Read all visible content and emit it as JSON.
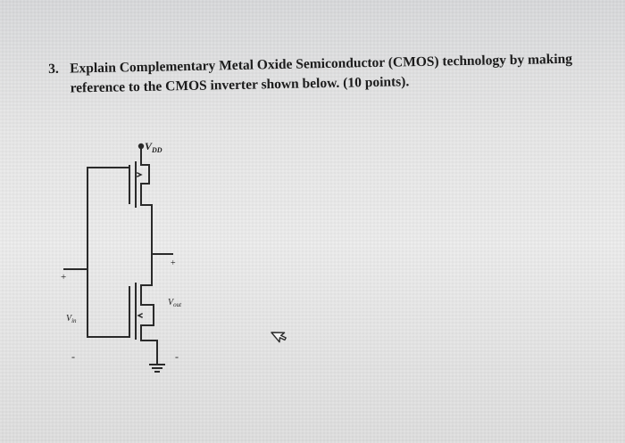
{
  "question": {
    "number": "3.",
    "line1": "Explain Complementary Metal Oxide Semiconductor (CMOS) technology by making",
    "line2": "reference to the CMOS inverter shown below.",
    "points": "(10 points)."
  },
  "circuit": {
    "vdd_label": "V",
    "vdd_sub": "DD",
    "vin_label": "V",
    "vin_sub": "in",
    "vout_label": "V",
    "vout_sub": "out",
    "input_plus": "+",
    "input_minus": "-",
    "output_plus": "+",
    "output_minus": "-"
  }
}
